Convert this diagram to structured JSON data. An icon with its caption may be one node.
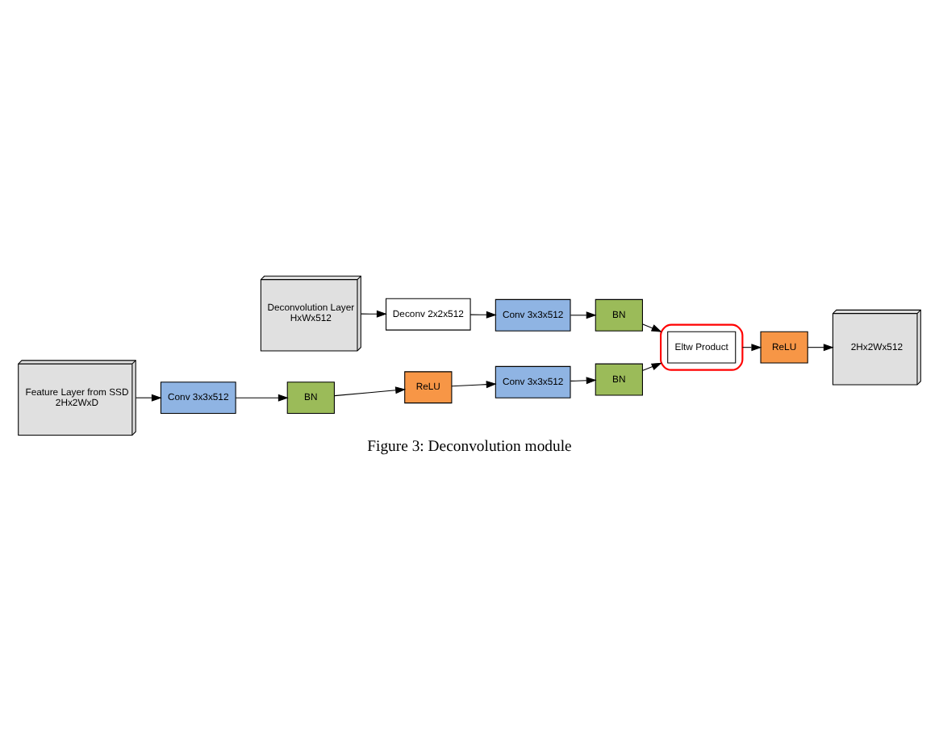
{
  "diagram": {
    "caption": "Figure 3: Deconvolution module",
    "nodes": [
      {
        "text": [
          "Deconvolution Layer",
          "HxWx512"
        ]
      },
      {
        "text": [
          "Deconv 2x2x512"
        ]
      },
      {
        "text": [
          "Conv 3x3x512"
        ]
      },
      {
        "text": [
          "BN"
        ]
      },
      {
        "text": [
          "Feature Layer from SSD",
          "2Hx2WxD"
        ]
      },
      {
        "text": [
          "Conv 3x3x512"
        ]
      },
      {
        "text": [
          "BN"
        ]
      },
      {
        "text": [
          "ReLU"
        ]
      },
      {
        "text": [
          "Conv 3x3x512"
        ]
      },
      {
        "text": [
          "BN"
        ]
      },
      {
        "text": [],
        "shape": "box"
      },
      {
        "text": [
          "Eltw Product"
        ],
        "in": 10
      },
      {
        "text": [
          "ReLU"
        ]
      },
      {
        "text": [
          "2Hx2Wx512"
        ]
      }
    ],
    "edges": [
      {
        "from": 0,
        "to": 1,
        "arrow": "to"
      },
      {
        "from": 1,
        "to": 2,
        "arrow": "to"
      },
      {
        "from": 2,
        "to": 3,
        "arrow": "to"
      },
      {
        "from": 3,
        "to": 10,
        "arrow": "to"
      },
      {
        "from": 4,
        "to": 5,
        "arrow": "to"
      },
      {
        "from": 5,
        "to": 6,
        "arrow": "to"
      },
      {
        "from": 6,
        "to": 7,
        "arrow": "to"
      },
      {
        "from": 7,
        "to": 8,
        "arrow": "to"
      },
      {
        "from": 8,
        "to": 9,
        "arrow": "to"
      },
      {
        "from": 9,
        "to": 10,
        "arrow": "to"
      },
      {
        "from": 10,
        "to": 12,
        "arrow": "to"
      },
      {
        "from": 12,
        "to": 13,
        "arrow": "to"
      }
    ]
  }
}
